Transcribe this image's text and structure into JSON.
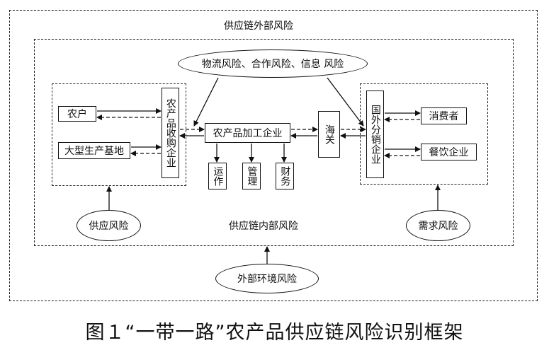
{
  "outer_label": "供应链外部风险",
  "inner_label": "供应链内部风险",
  "top_risk": "物流风险、合作风险、信息 风险",
  "supply_risk": "供应风险",
  "demand_risk": "需求风险",
  "external_env_risk": "外部环境风险",
  "farmer": "农户",
  "base": "大型生产基地",
  "purchaser": "农产品收购企业",
  "processor": "农产品加工企业",
  "transport": "运作",
  "manage": "管理",
  "finance": "财务",
  "customs": "海关",
  "distributor": "国外分销企业",
  "consumer": "消费者",
  "catering": "餐饮企业",
  "caption": "图１“一带一路”农产品供应链风险识别框架"
}
